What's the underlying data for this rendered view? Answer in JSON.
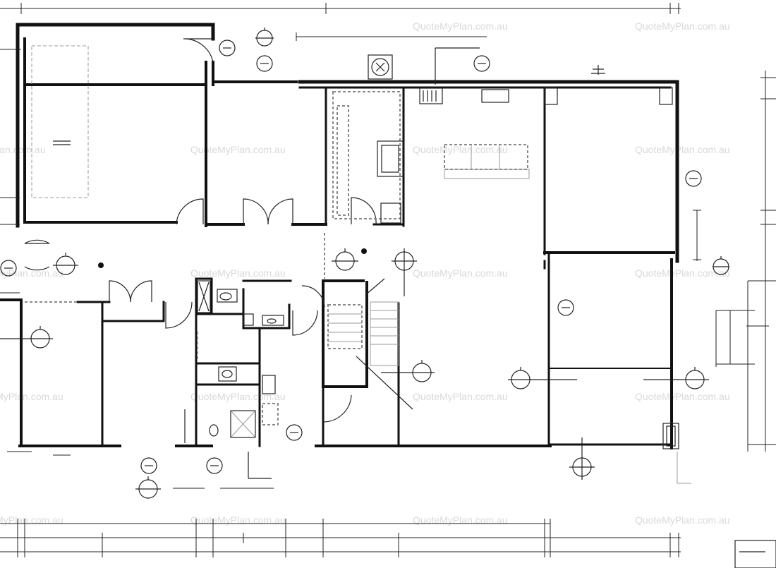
{
  "watermark": {
    "text": "QuoteMyPlan.com.au",
    "color": "#d9d9d9",
    "instances": [
      {
        "id": "wm-1"
      },
      {
        "id": "wm-2"
      },
      {
        "id": "wm-3"
      },
      {
        "id": "wm-4"
      },
      {
        "id": "wm-5"
      },
      {
        "id": "wm-6"
      },
      {
        "id": "wm-7"
      },
      {
        "id": "wm-8"
      },
      {
        "id": "wm-9"
      },
      {
        "id": "wm-10"
      },
      {
        "id": "wm-11"
      },
      {
        "id": "wm-12"
      },
      {
        "id": "wm-13"
      },
      {
        "id": "wm-14"
      },
      {
        "id": "wm-15"
      },
      {
        "id": "wm-16"
      },
      {
        "id": "wm-17"
      },
      {
        "id": "wm-18"
      }
    ]
  },
  "drawing": {
    "kind": "floor-plan",
    "line_color": "#111111",
    "background": "#ffffff"
  }
}
